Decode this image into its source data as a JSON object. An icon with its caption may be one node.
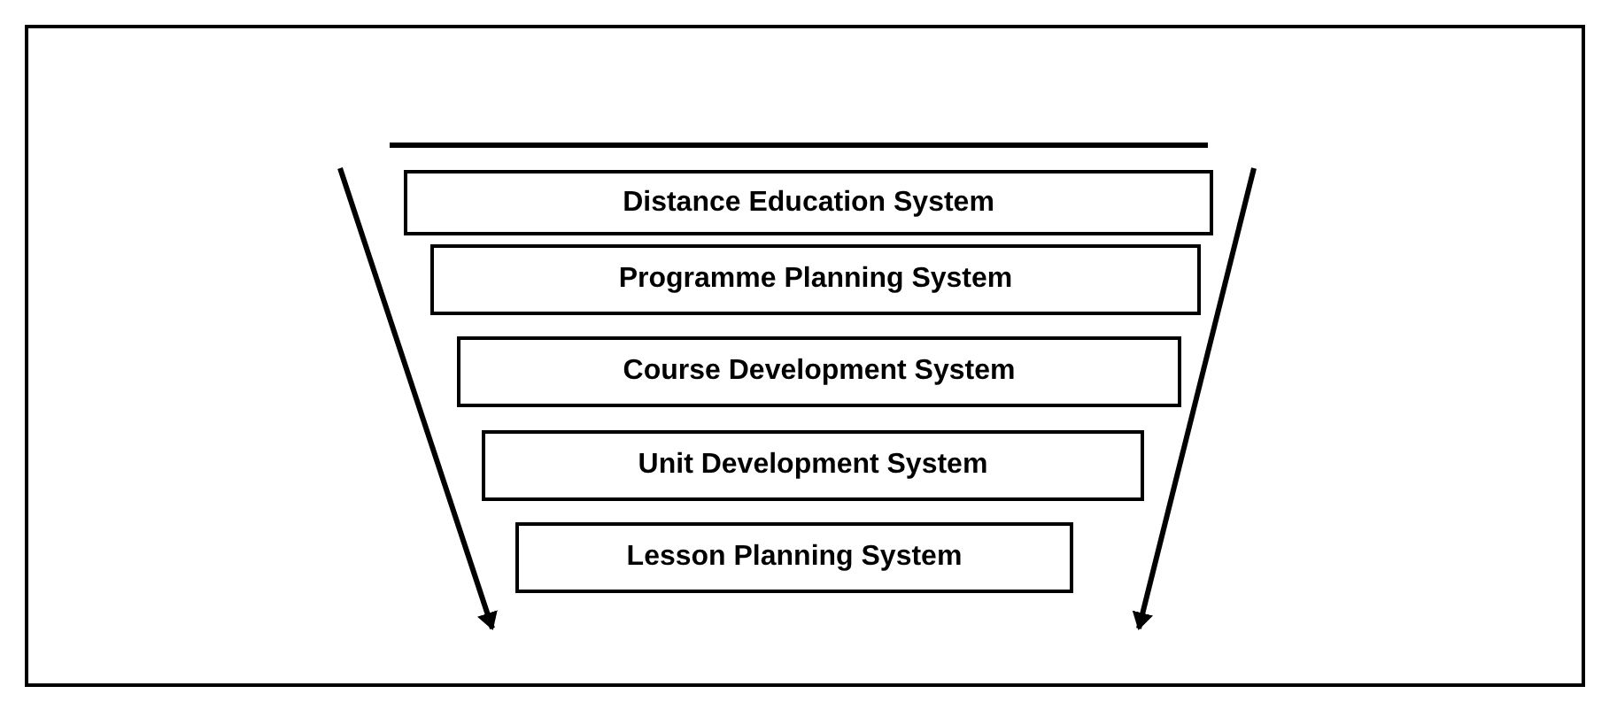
{
  "diagram": {
    "nodes": [
      {
        "text": [
          "Distance Education System"
        ]
      },
      {
        "text": [
          "Programme Planning System"
        ]
      },
      {
        "text": [
          "Course Development System"
        ]
      },
      {
        "text": [
          "Unit Development System"
        ]
      },
      {
        "text": [
          "Lesson Planning System"
        ]
      }
    ]
  }
}
